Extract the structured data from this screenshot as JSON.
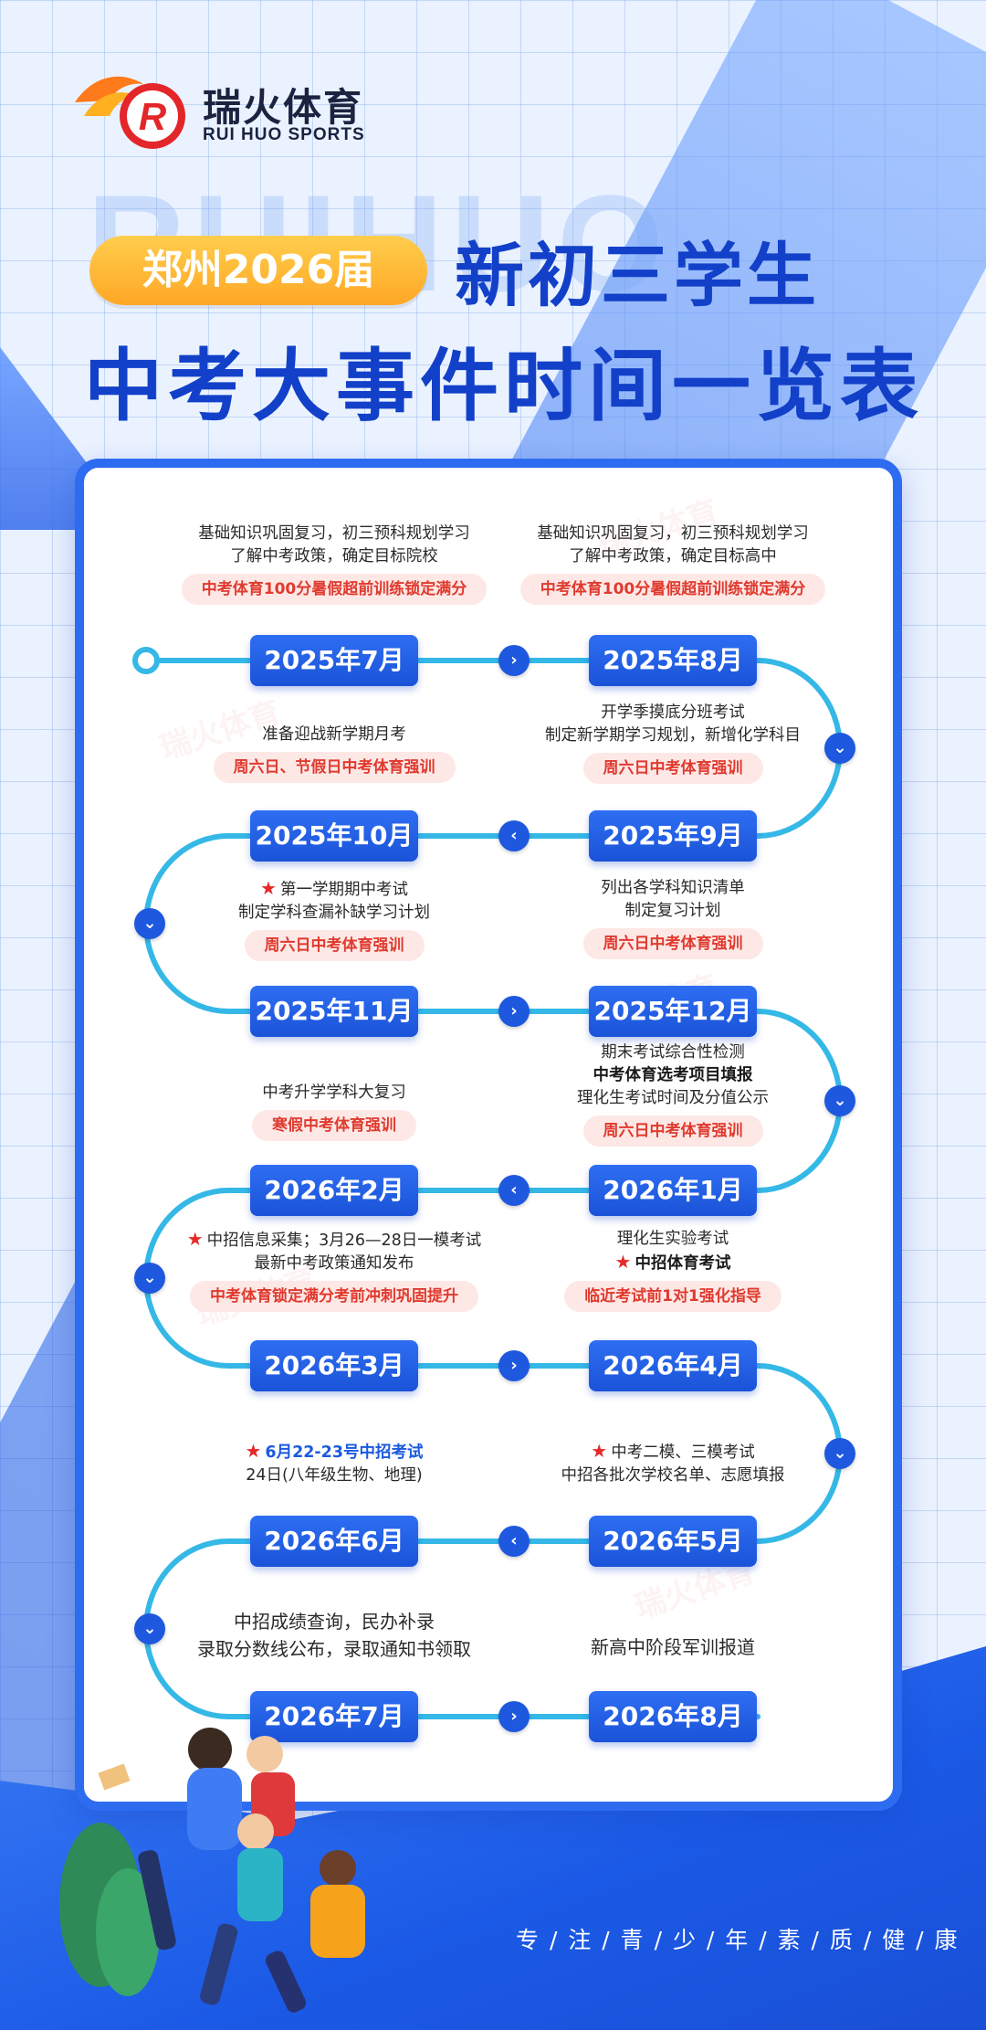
{
  "brand": {
    "name_cn": "瑞火体育",
    "name_en": "RUI HUO SPORTS",
    "watermark": "RUIHUO"
  },
  "header": {
    "badge": "郑州2026届",
    "title_line1": "新初三学生",
    "title_line2": "中考大事件时间一览表"
  },
  "timeline": [
    {
      "month": "2025年7月",
      "lines": [
        "基础知识巩固复习，初三预科规划学习",
        "了解中考政策，确定目标院校"
      ],
      "tag": "中考体育100分暑假超前训练锁定满分"
    },
    {
      "month": "2025年8月",
      "lines": [
        "基础知识巩固复习，初三预科规划学习",
        "了解中考政策，确定目标高中"
      ],
      "tag": "中考体育100分暑假超前训练锁定满分"
    },
    {
      "month": "2025年9月",
      "lines": [
        "开学季摸底分班考试",
        "制定新学期学习规划，新增化学科目"
      ],
      "tag": "周六日中考体育强训"
    },
    {
      "month": "2025年10月",
      "lines": [
        "准备迎战新学期月考"
      ],
      "tag": "周六日、节假日中考体育强训"
    },
    {
      "month": "2025年11月",
      "lines": [
        "第一学期期中考试",
        "制定学科查漏补缺学习计划"
      ],
      "tag": "周六日中考体育强训"
    },
    {
      "month": "2025年12月",
      "lines": [
        "列出各学科知识清单",
        "制定复习计划"
      ],
      "tag": "周六日中考体育强训"
    },
    {
      "month": "2026年1月",
      "lines": [
        "期末考试综合性检测",
        "中考体育选考项目填报",
        "理化生考试时间及分值公示"
      ],
      "tag": "周六日中考体育强训"
    },
    {
      "month": "2026年2月",
      "lines": [
        "中考升学学科大复习"
      ],
      "tag": "寒假中考体育强训"
    },
    {
      "month": "2026年3月",
      "lines": [
        "中招信息采集；3月26—28日一模考试",
        "最新中考政策通知发布"
      ],
      "tag": "中考体育锁定满分考前冲刺巩固提升"
    },
    {
      "month": "2026年4月",
      "lines": [
        "理化生实验考试",
        "中招体育考试"
      ],
      "tag": "临近考试前1对1强化指导"
    },
    {
      "month": "2026年5月",
      "lines": [
        "中考二模、三模考试",
        "中招各批次学校名单、志愿填报"
      ],
      "tag": ""
    },
    {
      "month": "2026年6月",
      "lines": [
        "6月22-23号中招考试",
        "24日(八年级生物、地理)"
      ],
      "tag": ""
    },
    {
      "month": "2026年7月",
      "lines": [
        "中招成绩查询，民办补录",
        "录取分数线公布，录取通知书领取"
      ],
      "tag": ""
    },
    {
      "month": "2026年8月",
      "lines": [
        "新高中阶段军训报道"
      ],
      "tag": ""
    }
  ],
  "footer": {
    "slogan": "专 / 注 / 青 / 少 / 年 / 素 / 质 / 健 / 康"
  },
  "colors": {
    "primary": "#1240c9",
    "pill": "#1e58df",
    "path": "#35b8e6",
    "tag_bg": "#fde8e6",
    "tag_text": "#e03a2f",
    "badge": "#ffb433"
  },
  "icons": {
    "next": "chevron-right-icon",
    "prev": "chevron-left-icon",
    "down": "chevron-down-icon",
    "star": "star-icon"
  }
}
